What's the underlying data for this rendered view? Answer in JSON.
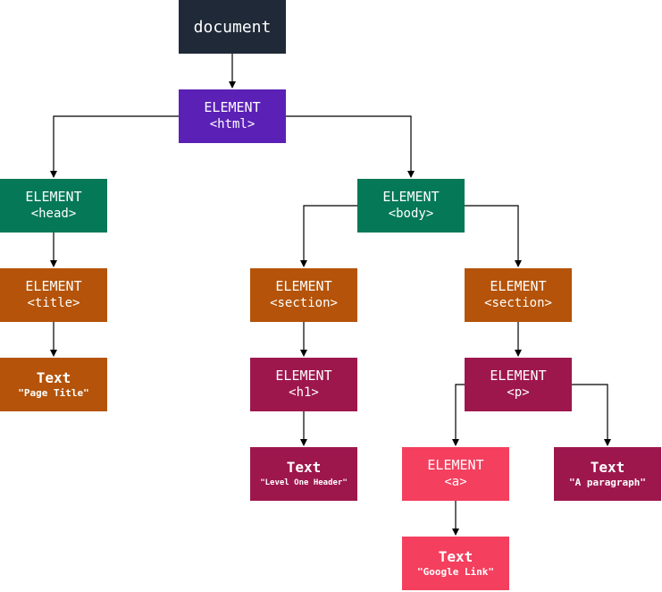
{
  "colors": {
    "document": "#1f2937",
    "html": "#5b21b6",
    "green": "#047857",
    "orange": "#b45309",
    "purple": "#9d174d",
    "pink": "#f43f5e",
    "edge": "#000000"
  },
  "nodes": {
    "document": {
      "line1": "document"
    },
    "html": {
      "line1": "ELEMENT",
      "line2": "<html>"
    },
    "head": {
      "line1": "ELEMENT",
      "line2": "<head>"
    },
    "body": {
      "line1": "ELEMENT",
      "line2": "<body>"
    },
    "title": {
      "line1": "ELEMENT",
      "line2": "<title>"
    },
    "title_text": {
      "line1": "Text",
      "line2": "\"Page Title\""
    },
    "section1": {
      "line1": "ELEMENT",
      "line2": "<section>"
    },
    "section2": {
      "line1": "ELEMENT",
      "line2": "<section>"
    },
    "h1": {
      "line1": "ELEMENT",
      "line2": "<h1>"
    },
    "h1_text": {
      "line1": "Text",
      "line2": "\"Level One Header\""
    },
    "p": {
      "line1": "ELEMENT",
      "line2": "<p>"
    },
    "a": {
      "line1": "ELEMENT",
      "line2": "<a>"
    },
    "p_text": {
      "line1": "Text",
      "line2": "\"A paragraph\""
    },
    "a_text": {
      "line1": "Text",
      "line2": "\"Google Link\""
    }
  }
}
